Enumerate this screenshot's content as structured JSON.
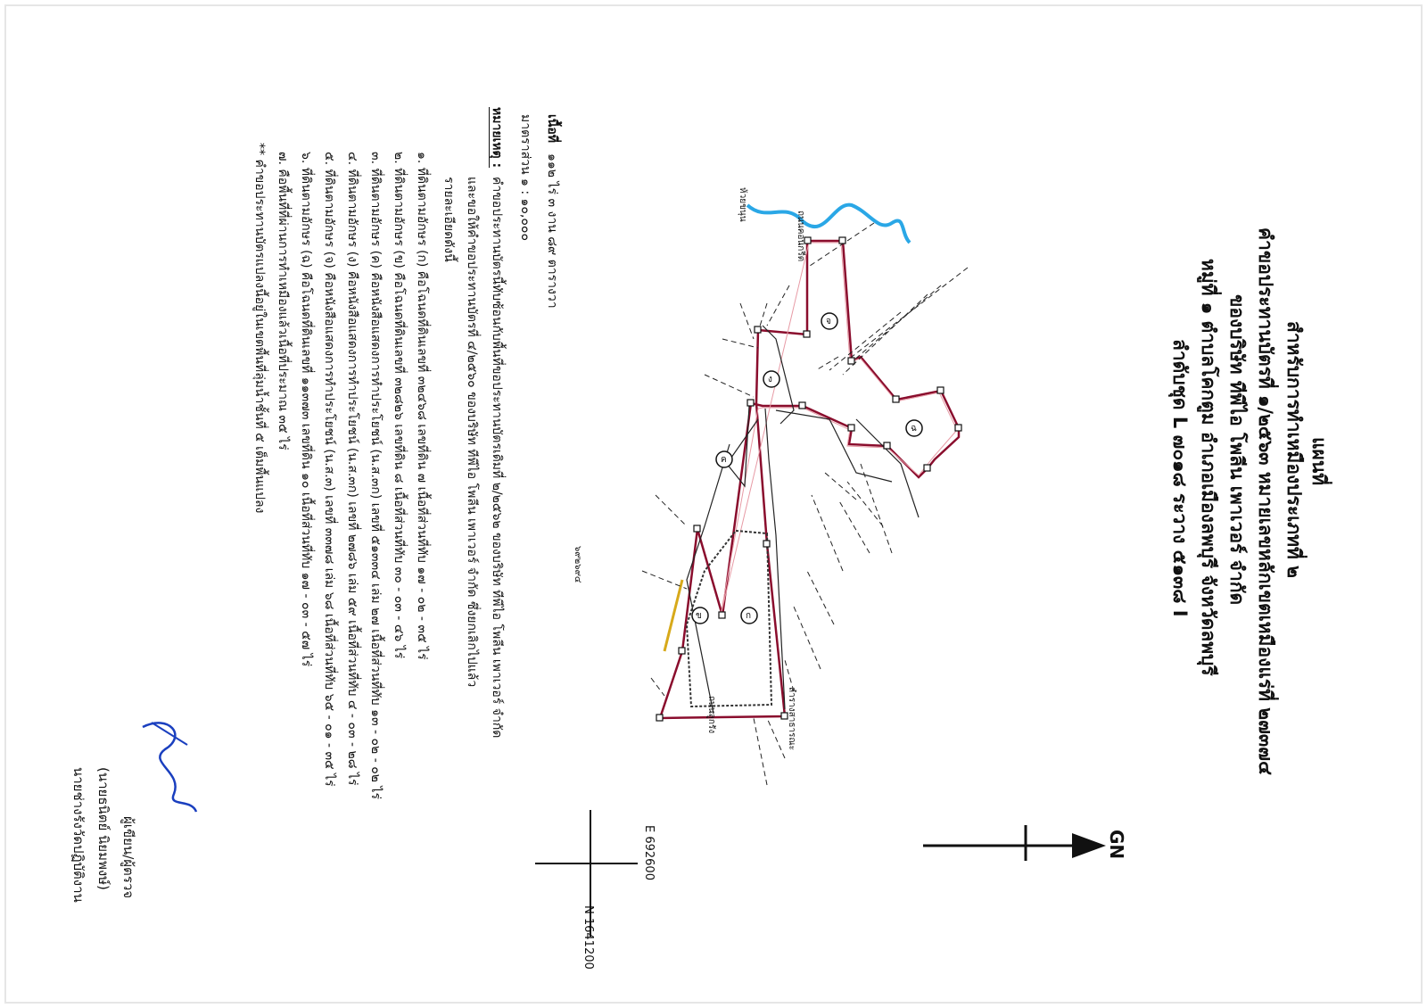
{
  "titles": {
    "t1": "แผนที่",
    "t2": "สำหรับการทำเหมืองประเภทที่ ๒",
    "t3": "คำขอประทานบัตรที่ ๑/๒๕๖๓ หมายเลขหลักเขตเหมืองแร่ที่ ๒๗๓๗๔",
    "t4": "ของบริษัท ทีพีไอ โพลีน เพาเวอร์ จำกัด",
    "t5": "หมู่ที่ ๑ ตำบลโคกตูม อำเภอเมืองลพบุรี จังหวัดลพบุรี",
    "t6": "ลำดับชุด L ๗๐๑๘ ระวาง ๕๑๓๘ I"
  },
  "grid": {
    "north": "N 1641200",
    "east": "E 692600",
    "gn": "GN"
  },
  "area": {
    "label": "เนื้อที่",
    "value": "๑๑๒ ไร่ ๓ งาน ๘๙ ตารางวา",
    "scale": "มาตราส่วน ๑ : ๑๐,๐๐๐"
  },
  "notes": {
    "head": "หมายเหตุ :",
    "lines": [
      "คำขอประทานบัตรนี้ทับซ้อนกับพื้นที่ขอประทานบัตรเดิมที่ ๒/๒๕๖๒ ของบริษัท ทีพีไอ โพลีน เพาเวอร์ จำกัด",
      "และขอให้คำขอประทานบัตรที่ ๔/๒๕๖๐ ของบริษัท ทีพีไอ โพลีน เพาเวอร์ จำกัด ซึ่งยกเลิกไปแล้ว",
      "รายละเอียดดังนี้",
      "๑. ที่ดินตามอักษร (ก) คือโฉนดที่ดินเลขที่ ๓๒๔๖๘ เลขที่ดิน ๗ เนื้อที่ส่วนที่ทับ ๑๗ - ๐๒ - ๓๕ ไร่",
      "๒. ที่ดินตามอักษร (ข) คือโฉนดที่ดินเลขที่ ๓๒๘๒๖ เลขที่ดิน ๘ เนื้อที่ส่วนที่ทับ ๓๐ - ๐๓ - ๔๖ ไร่",
      "๓. ที่ดินตามอักษร (ค) คือหนังสือแสดงการทำประโยชน์ (น.ส.๓ก) เลขที่ ๕๑๓๓๔ เล่ม ๒๗ เนื้อที่ส่วนที่ทับ ๑๓ - ๐๒ - ๐๒ ไร่",
      "๔. ที่ดินตามอักษร (ง) คือหนังสือแสดงการทำประโยชน์ (น.ส.๓ก) เลขที่ ๒๗๘๖ เล่ม ๕๙ เนื้อที่ส่วนที่ทับ ๔ - ๐๓ - ๒๘ ไร่",
      "๕. ที่ดินตามอักษร (จ) คือหนังสือแสดงการทำประโยชน์ (น.ส.๓) เลขที่ ๓๓๗๘ เล่ม ๖๘ เนื้อที่ส่วนที่ทับ ๖๕ - ๐๑ - ๓๕ ไร่",
      "๖. ที่ดินตามอักษร (ฉ) คือโฉนดที่ดินเลขที่ ๑๑๓๗๓ เลขที่ดิน ๑๐ เนื้อที่ส่วนที่ทับ ๑๗ - ๐๓ - ๕๗ ไร่",
      "๗. คือพื้นที่ที่ผ่านการทำเหมืองแล้วเนื้อที่ประมาณ ๓๕ ไร่",
      "** คำขอประทานบัตรแปลงนี้อยู่ในเขตพื้นที่ลุ่มน้ำชั้นที่ ๕ เต็มพื้นแปลง"
    ]
  },
  "signature": {
    "role": "ผู้เขียน/ผู้ตรวจ",
    "name": "(นายธนิตย์ นิยมพงษ์)",
    "title": "นายช่างรังวัดปฏิบัติงาน"
  },
  "map_labels": {
    "road_top": "ถนนคอนกรีต",
    "road_bottom": "ถนนลูกรัง",
    "canal": "ห้วยขนุน",
    "stream": "ลำรางสาธารณะ",
    "coord": "๖๙๒๖๙๔",
    "letters": [
      "ก",
      "ข",
      "ค",
      "ง",
      "จ",
      "ฉ"
    ]
  },
  "colors": {
    "boundary": "#8a0d2d",
    "river": "#2aa7e6",
    "parcel": "#222222",
    "mined": "#333333",
    "ink": "#1a3fbf"
  }
}
